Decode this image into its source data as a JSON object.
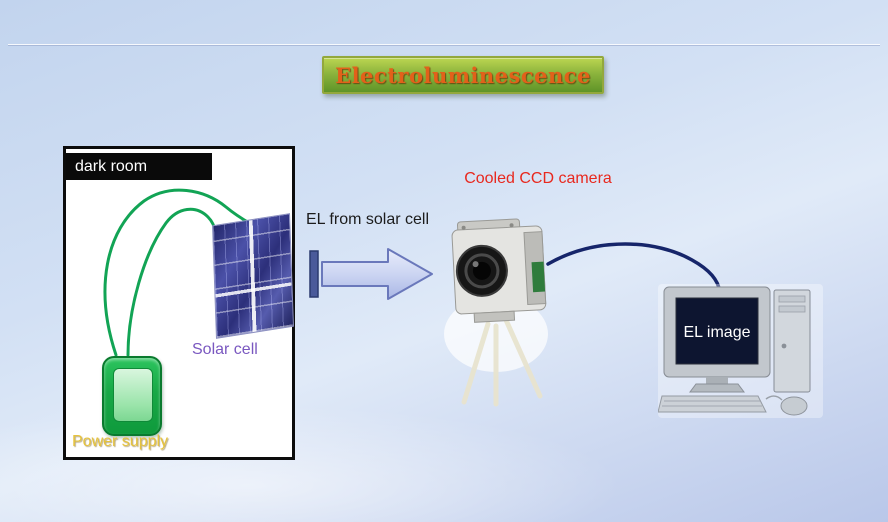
{
  "slide": {
    "title": "Electroluminescence",
    "dark_room_label": "dark room",
    "solar_cell_label": "Solar cell",
    "power_supply_label": "Power supply",
    "arrow_label": "EL from solar cell",
    "camera_label": "Cooled CCD camera",
    "screen_label": "EL image",
    "colors": {
      "background_blue": "#c9d9f0",
      "title_text_orange": "#e2611a",
      "title_banner_green": "#8cb43d",
      "camera_label_red": "#e8281e",
      "solar_cell_purple": "#7a58c0",
      "power_supply_yellow": "#e6c33c",
      "power_supply_green": "#17a846",
      "wire_green": "#12a455",
      "cable_navy": "#16256a",
      "arrow_fill_light": "#cdd6f2",
      "arrow_border": "#6a78bb",
      "dark_room_border": "#0c0c0c",
      "screen_navy": "#0d1530"
    }
  }
}
